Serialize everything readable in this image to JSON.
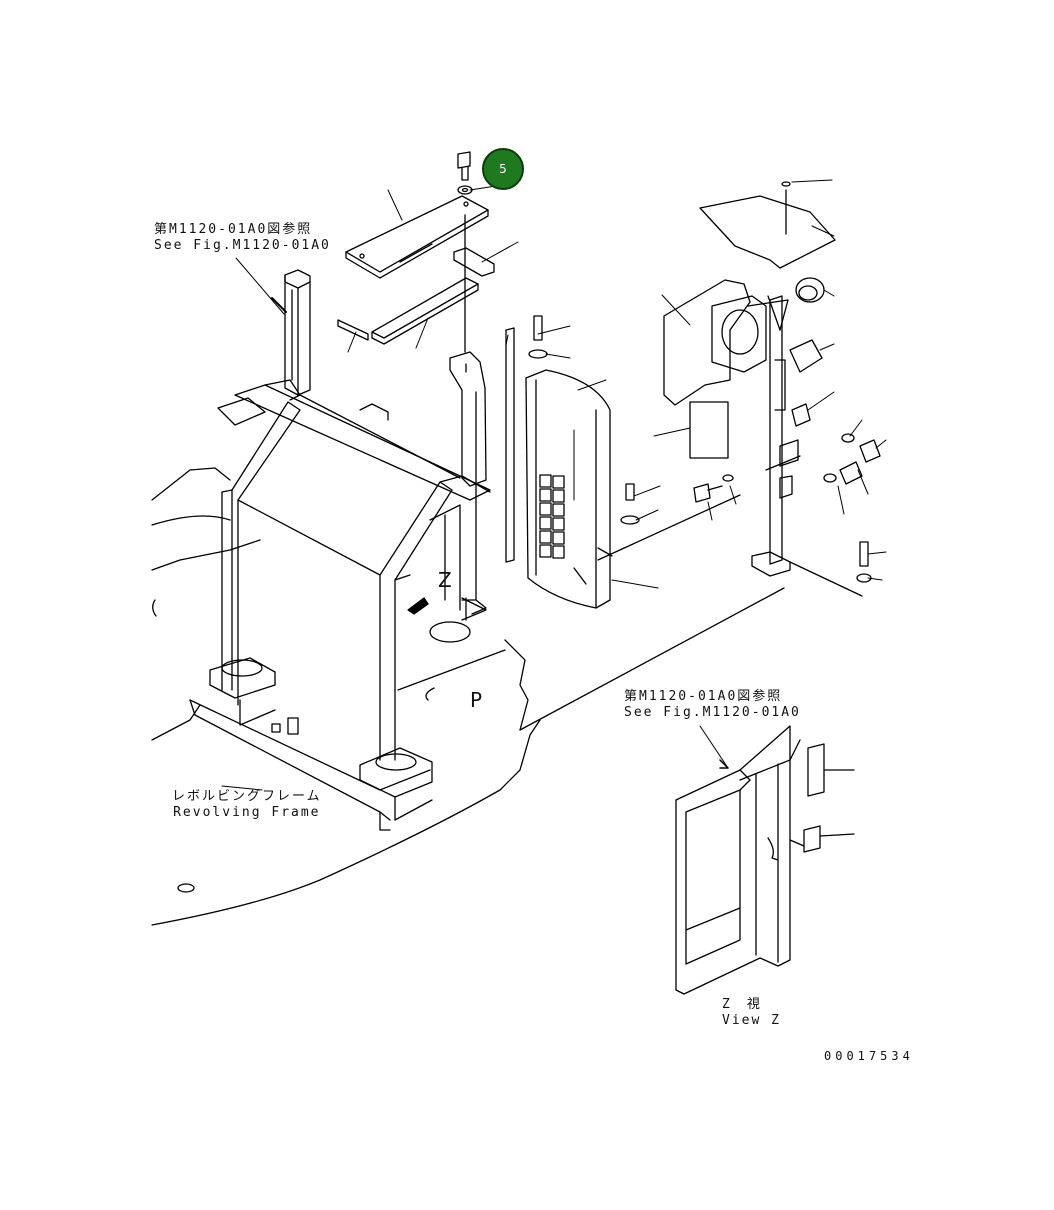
{
  "callout": {
    "number": "5"
  },
  "references": {
    "top_left": {
      "jp": "第M1120-01A0図参照",
      "en": "See Fig.M1120-01A0"
    },
    "bottom_right": {
      "jp": "第M1120-01A0図参照",
      "en": "See Fig.M1120-01A0"
    }
  },
  "frame_label": {
    "jp": "レボルビングフレーム",
    "en": "Revolving Frame"
  },
  "view_label": {
    "jp": "Z　視",
    "en": "View Z"
  },
  "marks": {
    "z": "Z",
    "p": "P"
  },
  "drawing_number": "00017534",
  "colors": {
    "line": "#000000",
    "callout_fill": "#1f7a1f",
    "background": "#ffffff"
  }
}
